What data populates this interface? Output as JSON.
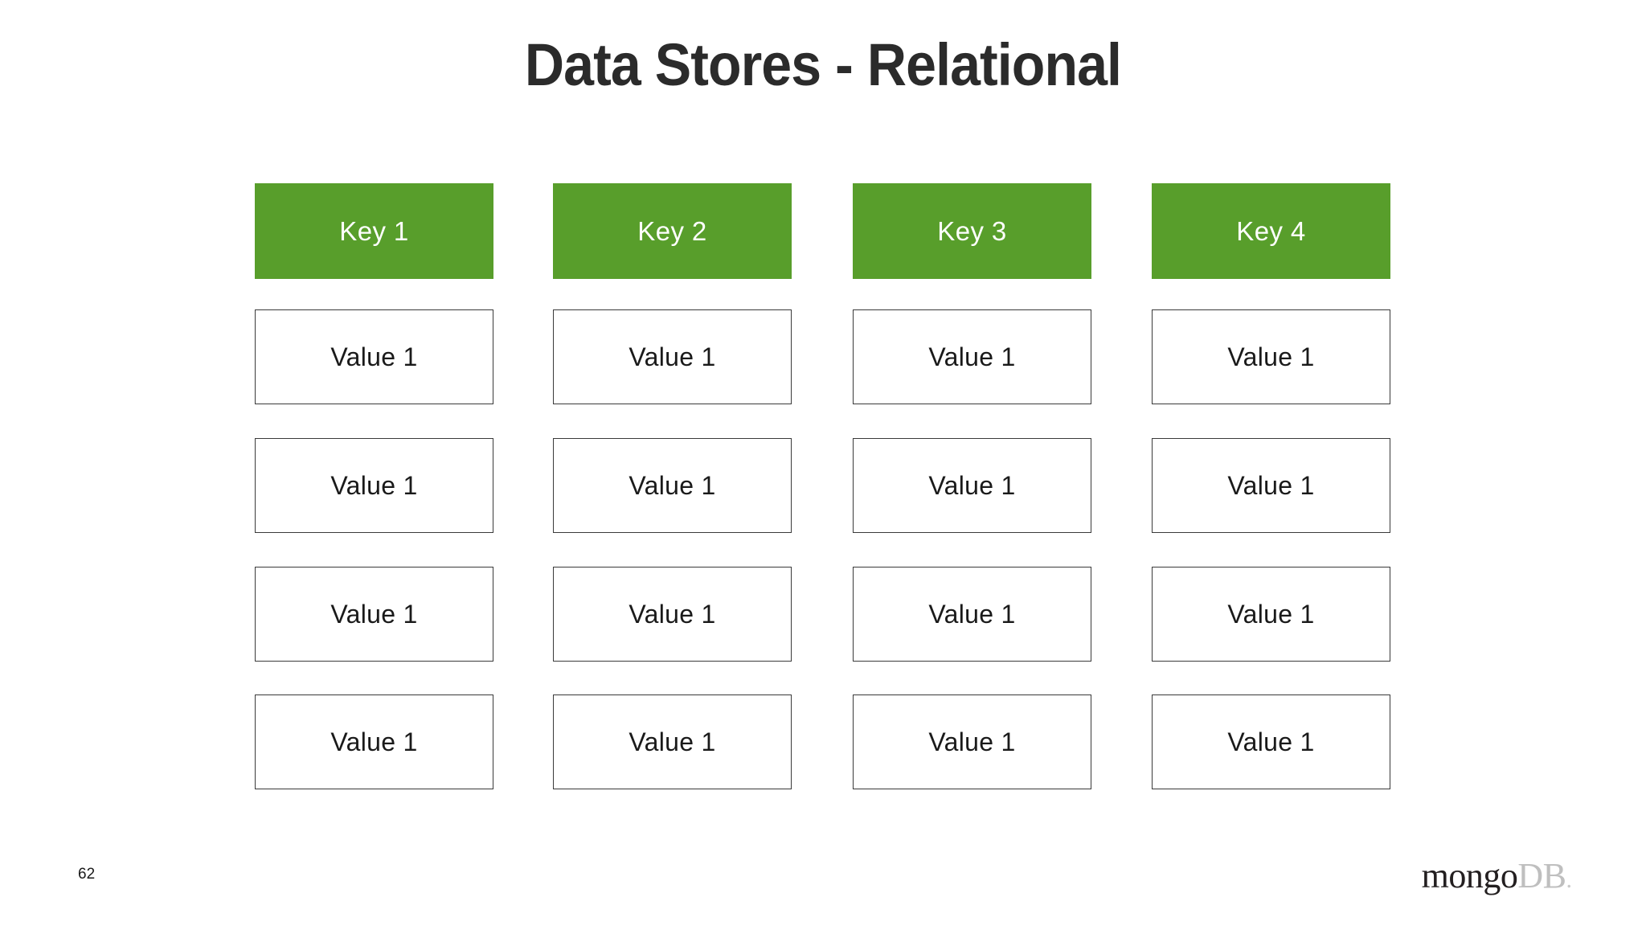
{
  "slide": {
    "title": "Data Stores - Relational",
    "background_color": "#ffffff",
    "title_color": "#2b2b2b"
  },
  "theme": {
    "key_fill": "#589e2b",
    "key_text_color": "#ffffff",
    "value_fill": "#ffffff",
    "value_border_color": "#3a3a3a",
    "value_text_color": "#1a1a1a"
  },
  "diagram": {
    "type": "relational-table-columns",
    "column_count": 4,
    "rows_per_column": 4,
    "columns": [
      {
        "key": "Key 1",
        "values": [
          "Value 1",
          "Value 1",
          "Value 1",
          "Value 1"
        ]
      },
      {
        "key": "Key 2",
        "values": [
          "Value 1",
          "Value 1",
          "Value 1",
          "Value 1"
        ]
      },
      {
        "key": "Key 3",
        "values": [
          "Value 1",
          "Value 1",
          "Value 1",
          "Value 1"
        ]
      },
      {
        "key": "Key 4",
        "values": [
          "Value 1",
          "Value 1",
          "Value 1",
          "Value 1"
        ]
      }
    ]
  },
  "footer": {
    "page_number": "62",
    "brand": {
      "primary": "mongo",
      "secondary": "DB",
      "dot": "."
    }
  }
}
